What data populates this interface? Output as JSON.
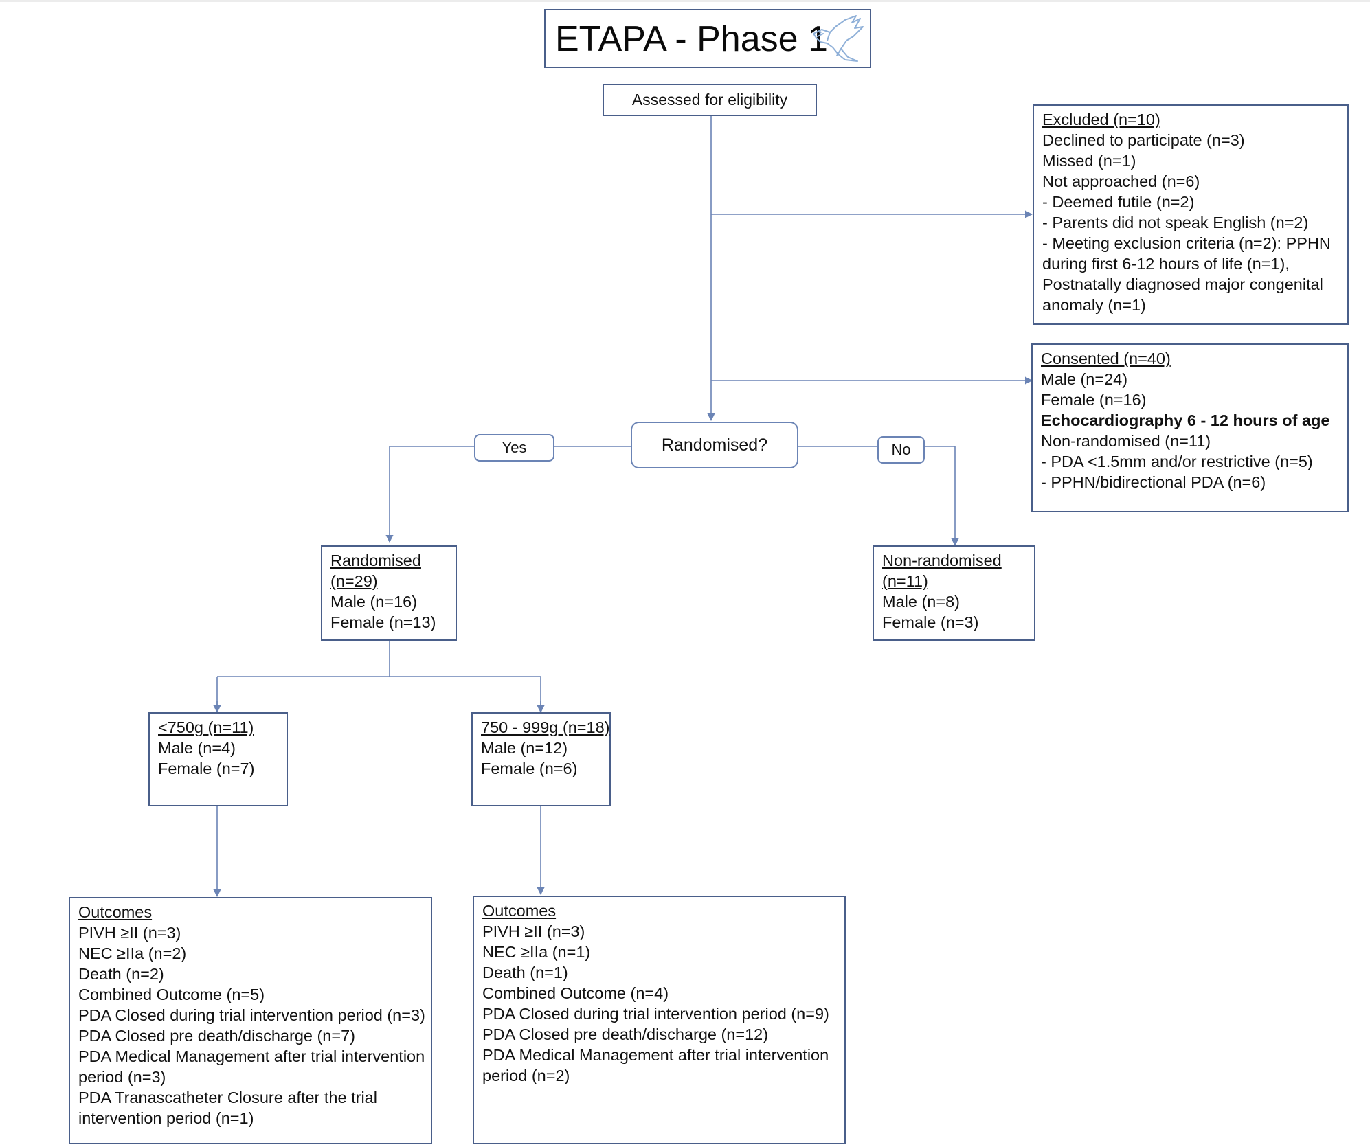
{
  "title": "ETAPA - Phase 1",
  "assessed": "Assessed for eligibility",
  "excluded": {
    "heading": "Excluded (n=10)",
    "lines": [
      "Declined to participate (n=3)",
      "Missed (n=1)",
      "Not approached (n=6)",
      "- Deemed futile (n=2)",
      "- Parents did not speak English (n=2)",
      "- Meeting exclusion criteria (n=2): PPHN",
      "during first 6-12 hours of life (n=1),",
      "Postnatally diagnosed major congenital",
      "anomaly (n=1)"
    ]
  },
  "consented": {
    "heading": "Consented (n=40)",
    "lines": [
      "Male (n=24)",
      "Female (n=16)"
    ],
    "echo_heading": "Echocardiography 6 - 12 hours of age",
    "echo_lines": [
      "Non-randomised (n=11)",
      "- PDA <1.5mm and/or restrictive (n=5)",
      "- PPHN/bidirectional PDA (n=6)"
    ]
  },
  "decision": {
    "question": "Randomised?",
    "yes": "Yes",
    "no": "No"
  },
  "randomised": {
    "heading_line1": "Randomised",
    "heading_line2": "(n=29)",
    "lines": [
      "Male (n=16)",
      "Female (n=13)"
    ]
  },
  "non_randomised": {
    "heading_line1": "Non-randomised",
    "heading_line2": "(n=11)",
    "lines": [
      "Male (n=8)",
      "Female (n=3)"
    ]
  },
  "group_small": {
    "heading": "<750g (n=11)",
    "lines": [
      "Male (n=4)",
      "Female (n=7)"
    ]
  },
  "group_large": {
    "heading": "750 - 999g (n=18)",
    "lines": [
      "Male (n=12)",
      "Female (n=6)"
    ]
  },
  "outcomes_small": {
    "heading": "Outcomes",
    "lines": [
      "PIVH ≥II (n=3)",
      "NEC ≥IIa (n=2)",
      "Death (n=2)",
      "Combined Outcome (n=5)",
      "PDA Closed during trial intervention period (n=3)",
      "PDA Closed pre death/discharge (n=7)",
      "PDA Medical Management after trial intervention",
      "period (n=3)",
      "PDA Tranascatheter Closure after the trial",
      "intervention period (n=1)"
    ]
  },
  "outcomes_large": {
    "heading": "Outcomes",
    "lines": [
      "PIVH ≥II (n=3)",
      "NEC ≥IIa (n=1)",
      "Death (n=1)",
      "Combined Outcome (n=4)",
      "PDA Closed during trial intervention period (n=9)",
      "PDA Closed pre death/discharge (n=12)",
      "PDA Medical Management after trial intervention",
      "period (n=2)"
    ]
  },
  "colors": {
    "box_border": "#4a5f8a",
    "connector": "#6b84b5",
    "dove": "#8fb0d8"
  },
  "icons": [
    "dove-icon"
  ]
}
